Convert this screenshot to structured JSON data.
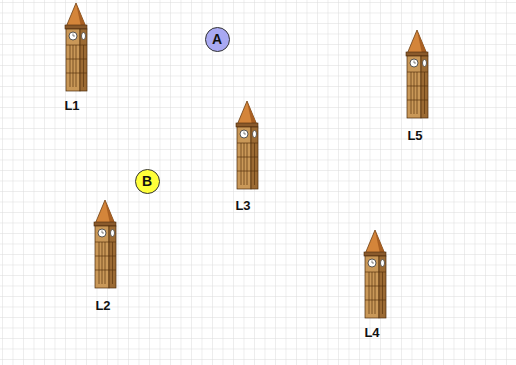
{
  "diagram": {
    "nodes": [
      {
        "text": [
          "A"
        ]
      },
      {
        "text": [
          "B"
        ]
      }
    ],
    "labels": [
      "L1",
      "L5",
      "L3",
      "L2",
      "L4"
    ]
  }
}
